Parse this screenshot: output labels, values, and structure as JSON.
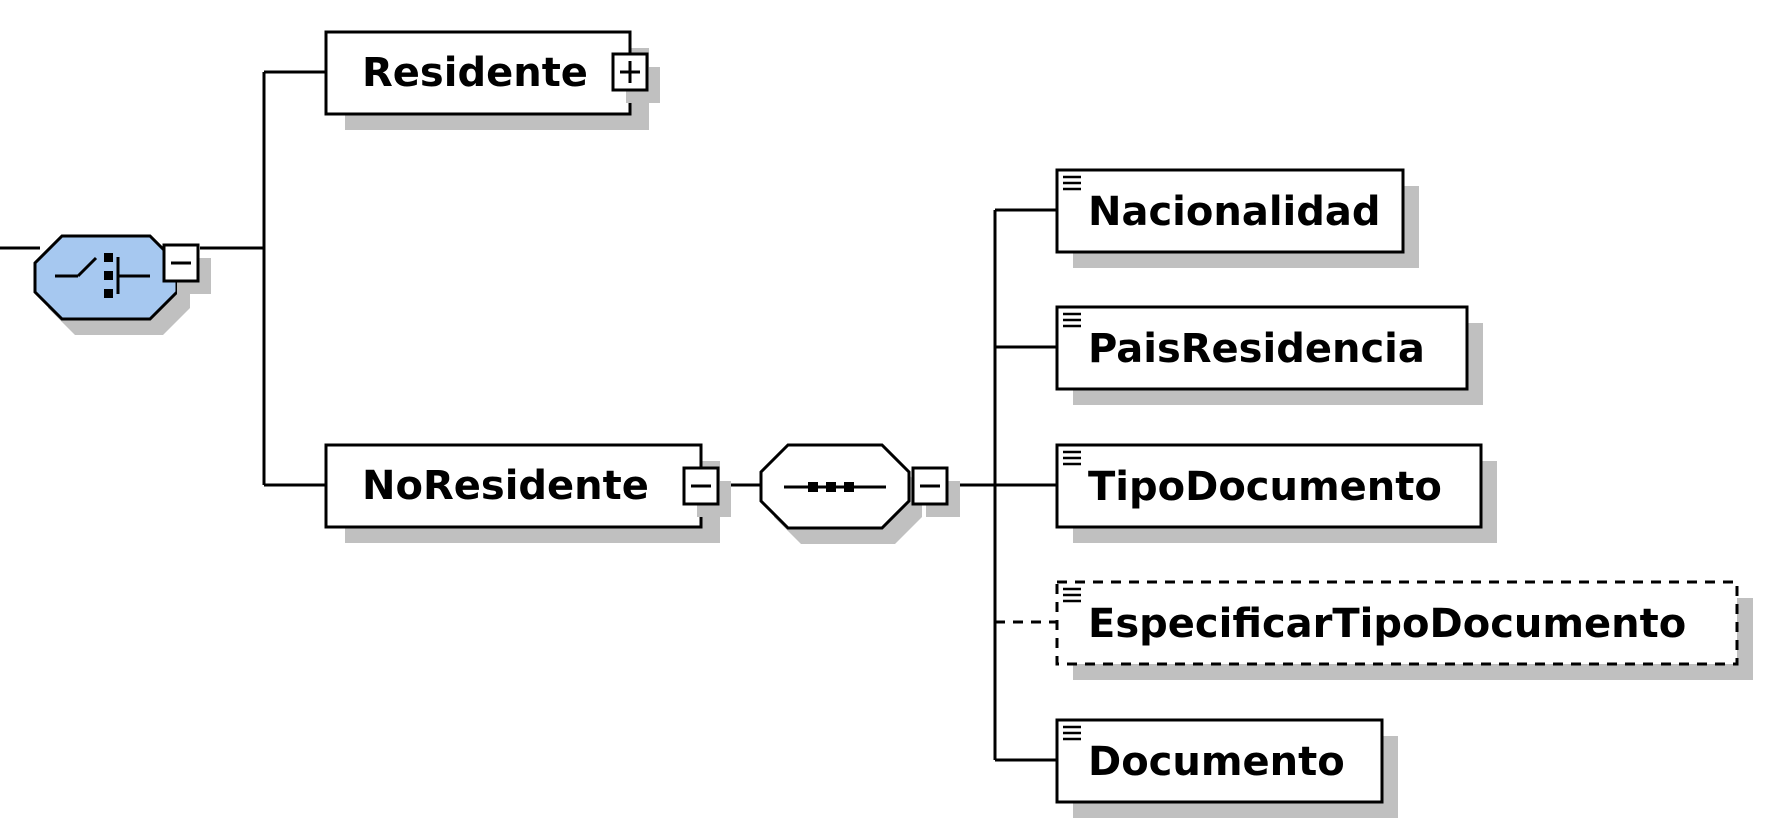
{
  "diagram": {
    "choice_compositor": {
      "kind": "choice",
      "fill": "#a6c8f0"
    },
    "sequence_compositor": {
      "kind": "sequence"
    },
    "elements": {
      "residente": {
        "label": "Residente",
        "optional": false,
        "expanded": false
      },
      "no_residente": {
        "label": "NoResidente",
        "optional": false,
        "expanded": true
      },
      "nacionalidad": {
        "label": "Nacionalidad",
        "optional": false,
        "simple_type": true
      },
      "pais_residencia": {
        "label": "PaisResidencia",
        "optional": false,
        "simple_type": true
      },
      "tipo_documento": {
        "label": "TipoDocumento",
        "optional": false,
        "simple_type": true
      },
      "especificar_tipo_documento": {
        "label": "EspecificarTipoDocumento",
        "optional": true,
        "simple_type": true
      },
      "documento": {
        "label": "Documento",
        "optional": false,
        "simple_type": true
      }
    },
    "colors": {
      "line": "#000000",
      "shadow": "#c0c0c0",
      "box_fill": "#ffffff",
      "compositor_fill": "#a6c8f0"
    }
  }
}
